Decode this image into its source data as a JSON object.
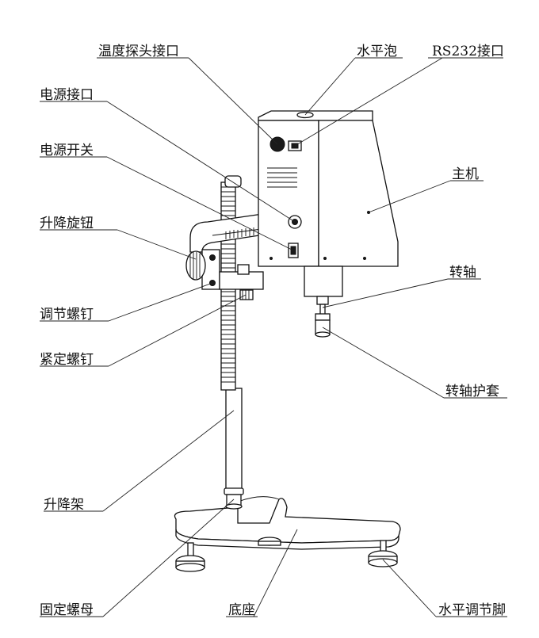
{
  "diagram": {
    "labels": {
      "temp_probe_port": "温度探头接口",
      "level_bubble": "水平泡",
      "rs232_port": "RS232接口",
      "power_port": "电源接口",
      "power_switch": "电源开关",
      "main_unit": "主机",
      "lift_knob": "升降旋钮",
      "spindle": "转轴",
      "adjust_screw": "调节螺钉",
      "locking_screw": "紧定螺钉",
      "spindle_guard": "转轴护套",
      "lift_stand": "升降架",
      "fixing_nut": "固定螺母",
      "base": "底座",
      "leveling_foot": "水平调节脚"
    }
  }
}
